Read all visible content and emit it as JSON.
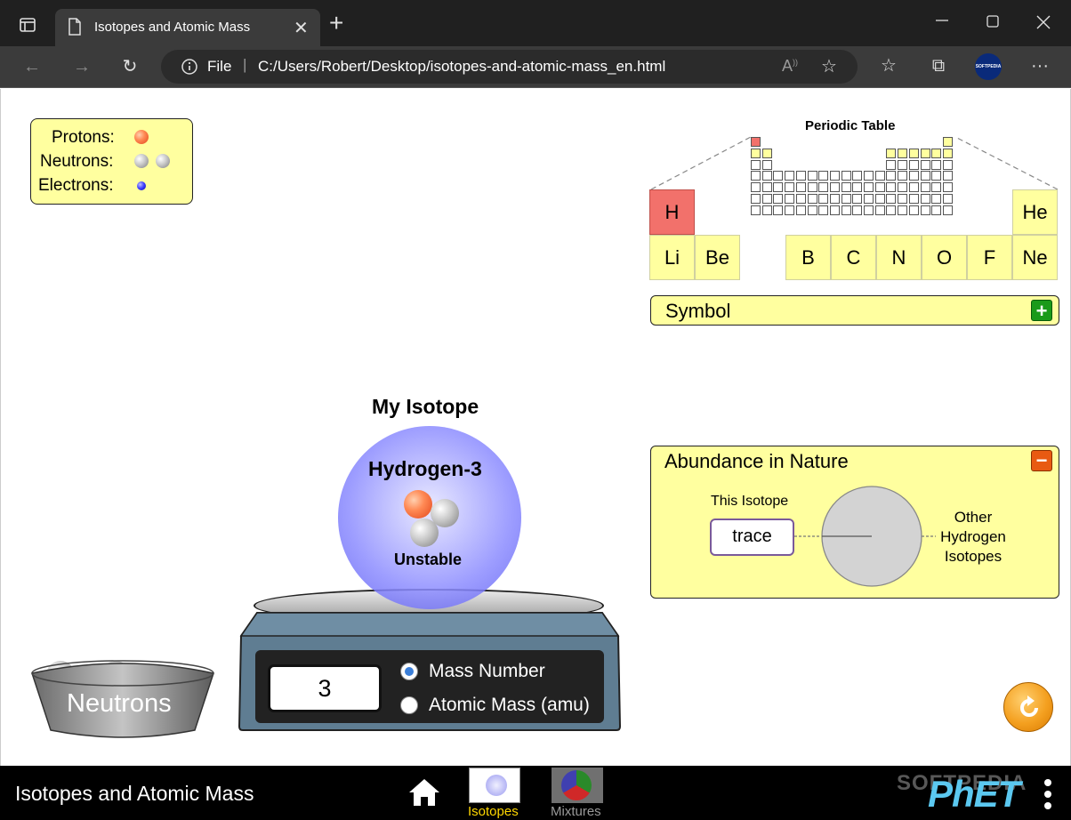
{
  "browser": {
    "tab_title": "Isotopes and Atomic Mass",
    "new_tab": "+",
    "file_label": "File",
    "url": "C:/Users/Robert/Desktop/isotopes-and-atomic-mass_en.html",
    "profile_label": "SOFTPEDIA"
  },
  "legend": {
    "protons": "Protons:",
    "neutrons": "Neutrons:",
    "electrons": "Electrons:"
  },
  "periodic_table": {
    "title": "Periodic Table",
    "elements": [
      "H",
      "He",
      "Li",
      "Be",
      "B",
      "C",
      "N",
      "O",
      "F",
      "Ne"
    ],
    "selected": "H"
  },
  "symbol_panel": {
    "label": "Symbol",
    "toggle": "+"
  },
  "isotope": {
    "heading": "My Isotope",
    "name": "Hydrogen-3",
    "stability": "Unstable"
  },
  "scale": {
    "value": "3",
    "option_mass_number": "Mass Number",
    "option_atomic_mass": "Atomic Mass (amu)",
    "selected": "Mass Number"
  },
  "bucket": {
    "label": "Neutrons"
  },
  "abundance": {
    "title": "Abundance in Nature",
    "toggle": "−",
    "this_isotope_label": "This Isotope",
    "this_isotope_value": "trace",
    "other_line1": "Other",
    "other_line2": "Hydrogen",
    "other_line3": "Isotopes"
  },
  "nav": {
    "sim_title": "Isotopes and Atomic Mass",
    "screens": [
      "Isotopes",
      "Mixtures"
    ],
    "active_screen": "Isotopes",
    "brand": "PhET",
    "watermark": "SOFTPEDIA"
  },
  "colors": {
    "panel_yellow": "#ffff9f",
    "selected_element": "#f2716b",
    "accent_orange": "#f0a020",
    "nav_active": "#ffd700"
  }
}
